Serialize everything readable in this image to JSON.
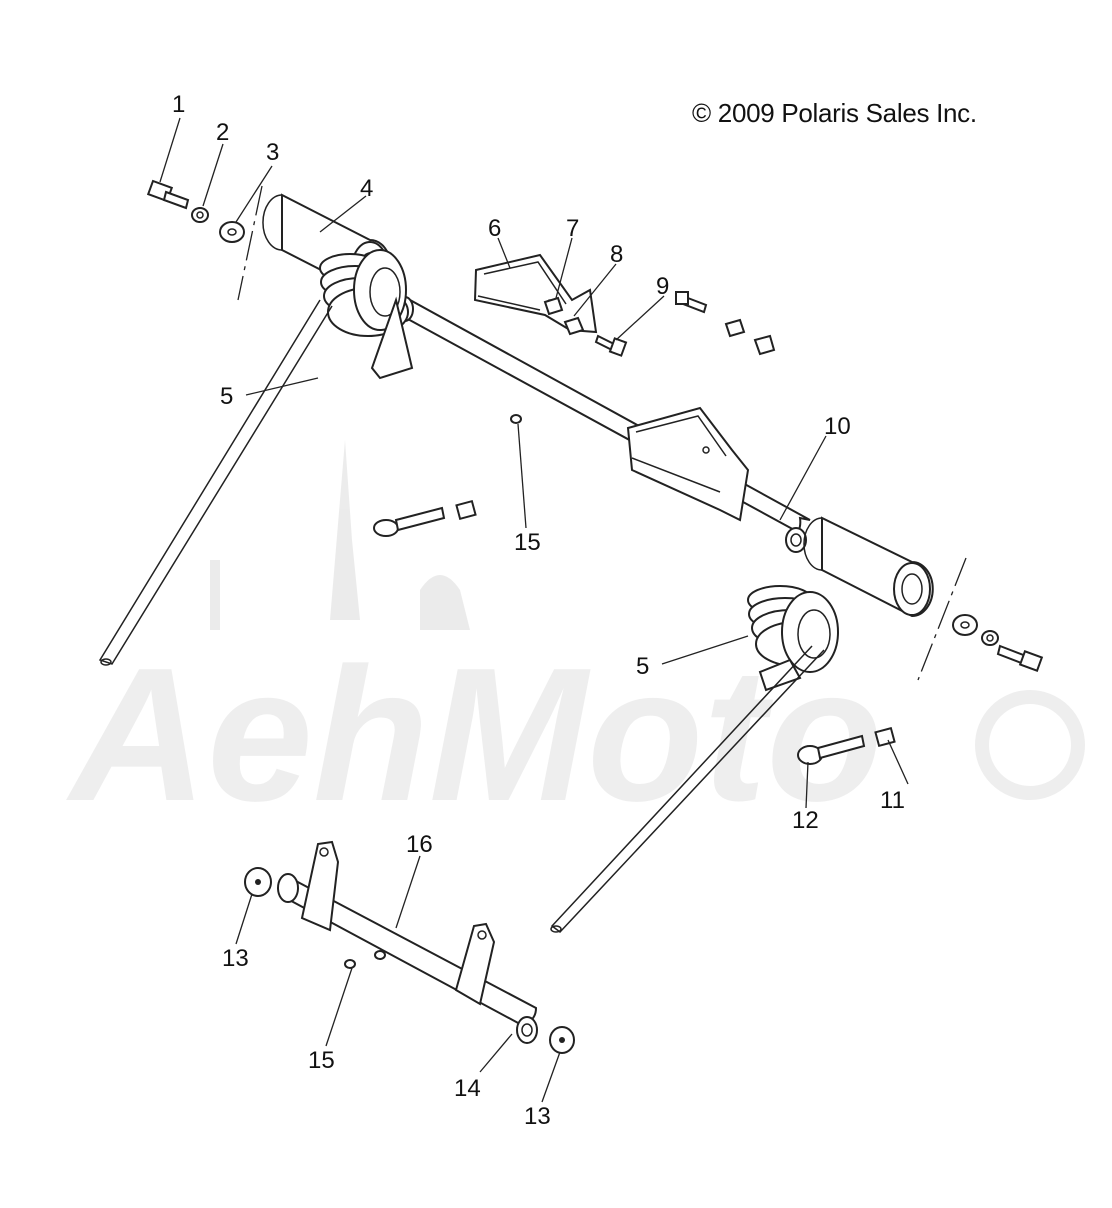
{
  "diagram": {
    "copyright": "© 2009 Polaris Sales Inc.",
    "watermark": "AehMoto",
    "callouts": [
      {
        "id": "c1",
        "label": "1"
      },
      {
        "id": "c2",
        "label": "2"
      },
      {
        "id": "c3",
        "label": "3"
      },
      {
        "id": "c4",
        "label": "4"
      },
      {
        "id": "c5a",
        "label": "5"
      },
      {
        "id": "c5b",
        "label": "5"
      },
      {
        "id": "c6",
        "label": "6"
      },
      {
        "id": "c7",
        "label": "7"
      },
      {
        "id": "c8",
        "label": "8"
      },
      {
        "id": "c9",
        "label": "9"
      },
      {
        "id": "c10",
        "label": "10"
      },
      {
        "id": "c11",
        "label": "11"
      },
      {
        "id": "c12",
        "label": "12"
      },
      {
        "id": "c13a",
        "label": "13"
      },
      {
        "id": "c13b",
        "label": "13"
      },
      {
        "id": "c14",
        "label": "14"
      },
      {
        "id": "c15a",
        "label": "15"
      },
      {
        "id": "c15b",
        "label": "15"
      },
      {
        "id": "c16",
        "label": "16"
      }
    ]
  }
}
